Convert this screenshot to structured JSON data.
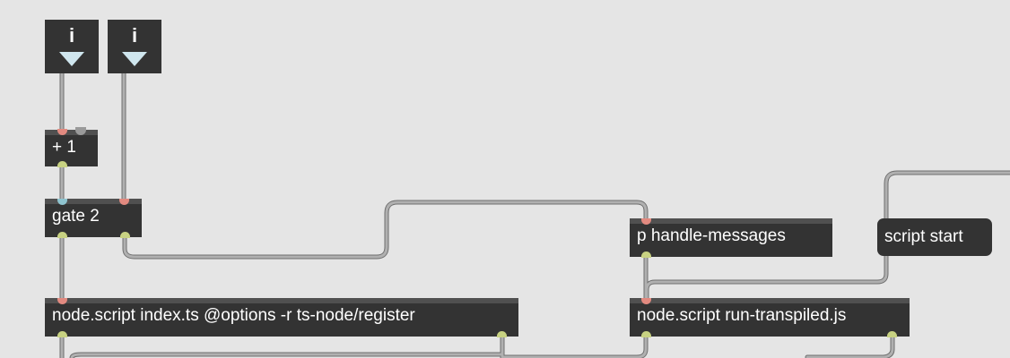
{
  "patcher": {
    "number_boxes": [
      {
        "label": "i"
      },
      {
        "label": "i"
      }
    ],
    "objects": {
      "plus_one": "+ 1",
      "gate": "gate 2",
      "handle_messages": "p handle-messages",
      "node_index": "node.script index.ts @options -r ts-node/register",
      "node_run": "node.script run-transpiled.js"
    },
    "messages": {
      "script_start": "script start"
    }
  },
  "colors": {
    "background": "#e5e5e5",
    "object_fill": "#333333",
    "cord": "#a6a6a6",
    "inlet_hot": "#e28a80",
    "inlet_cold": "#8fc4cf",
    "outlet": "#c8d282"
  }
}
